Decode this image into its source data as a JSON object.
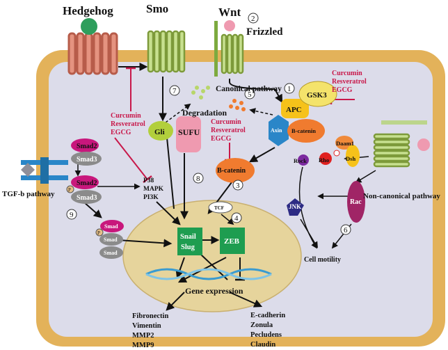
{
  "receptors": {
    "hedgehog": "Hedgehog",
    "smo": "Smo",
    "wnt": "Wnt",
    "frizzled": "Frizzled"
  },
  "pathways": {
    "canonical": "Canonical pathway",
    "non_canonical": "Non-canonical pathway",
    "tgfb": "TGF-b pathway"
  },
  "inhibitors": {
    "line1": "Curcumin",
    "line2": "Resveratrol",
    "line3": "EGCG"
  },
  "proteins": {
    "gli": "Gli",
    "sufu": "SUFU",
    "apc": "APC",
    "gsk3": "GSK3",
    "axin": "Axin",
    "bcatenin_complex": "B-catenin",
    "bcatenin": "B-catenin",
    "tcf": "TCF",
    "smad2": "Smad2",
    "smad3": "Smad3",
    "smad_short": "Smad",
    "p": "P",
    "daam1": "Daam1",
    "dsh": "Dsh",
    "rock": "Rock",
    "rho": "Rho",
    "jnk": "JNK",
    "rac": "Rac",
    "snail": "Snail",
    "slug": "Slug",
    "zeb": "ZEB"
  },
  "labels": {
    "degradation": "Degradation",
    "kinases_1": "P38",
    "kinases_2": "MAPK",
    "kinases_3": "PI3K",
    "gene_expression": "Gene expression",
    "cell_motility": "Cell motility"
  },
  "numbers": [
    "1",
    "2",
    "3",
    "4",
    "5",
    "6",
    "7",
    "8",
    "9"
  ],
  "upregulated": [
    "Fibronectin",
    "Vimentin",
    "MMP2",
    "MMP9"
  ],
  "downregulated": [
    "E-cadherin",
    "Zonula",
    "Pecludens",
    "Claudin"
  ],
  "colors": {
    "membrane": "#e3b25a",
    "cytoplasm": "#dcdcea",
    "nucleus": "#e6d49c",
    "receptor": "#c7e08f",
    "smad_magenta": "#c8177c",
    "smad_gray": "#8b8b8b",
    "tf_green": "#1e9d50",
    "inhibitor_red": "#c8184a",
    "apc_yellow": "#f6c21a",
    "axin_blue": "#2a86c8",
    "bcat_orange": "#f07b2f",
    "jnk_navy": "#2d2b84",
    "rac_purple": "#a02566",
    "dna_blue": "#3a9bd0"
  }
}
